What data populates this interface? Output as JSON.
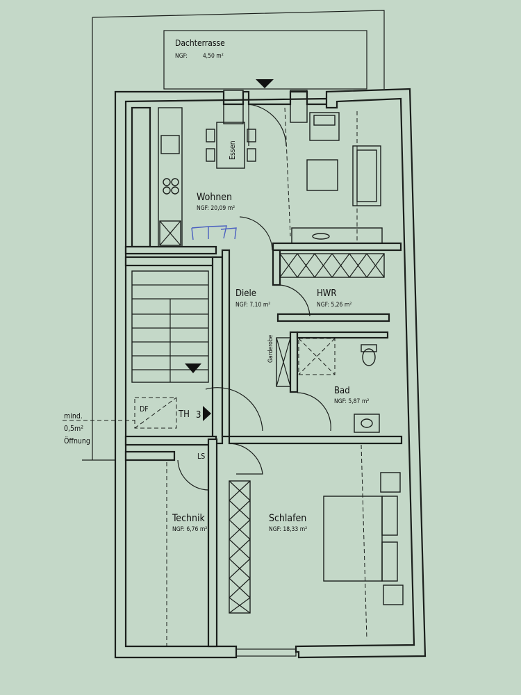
{
  "rooms": {
    "dachterrasse": {
      "name": "Dachterrasse",
      "area": "NGF:         4,50 m²"
    },
    "wohnen": {
      "name": "Wohnen",
      "area": "NGF: 20,09 m²"
    },
    "essen": {
      "name": "Essen"
    },
    "diele": {
      "name": "Diele",
      "area": "NGF: 7,10 m²"
    },
    "hwr": {
      "name": "HWR",
      "area": "NGF: 5,26 m²"
    },
    "bad": {
      "name": "Bad",
      "area": "NGF: 5,87 m²"
    },
    "technik": {
      "name": "Technik",
      "area": "NGF: 6,76 m²"
    },
    "schlafen": {
      "name": "Schlafen",
      "area": "NGF: 18,33 m²"
    }
  },
  "labels": {
    "garderobe": "Garderobe",
    "df": "DF",
    "th": "TH",
    "th_num": "3",
    "ls": "LS",
    "opening_line1": "mind.",
    "opening_line2": "0,5m²",
    "opening_line3": "Öffnung"
  }
}
